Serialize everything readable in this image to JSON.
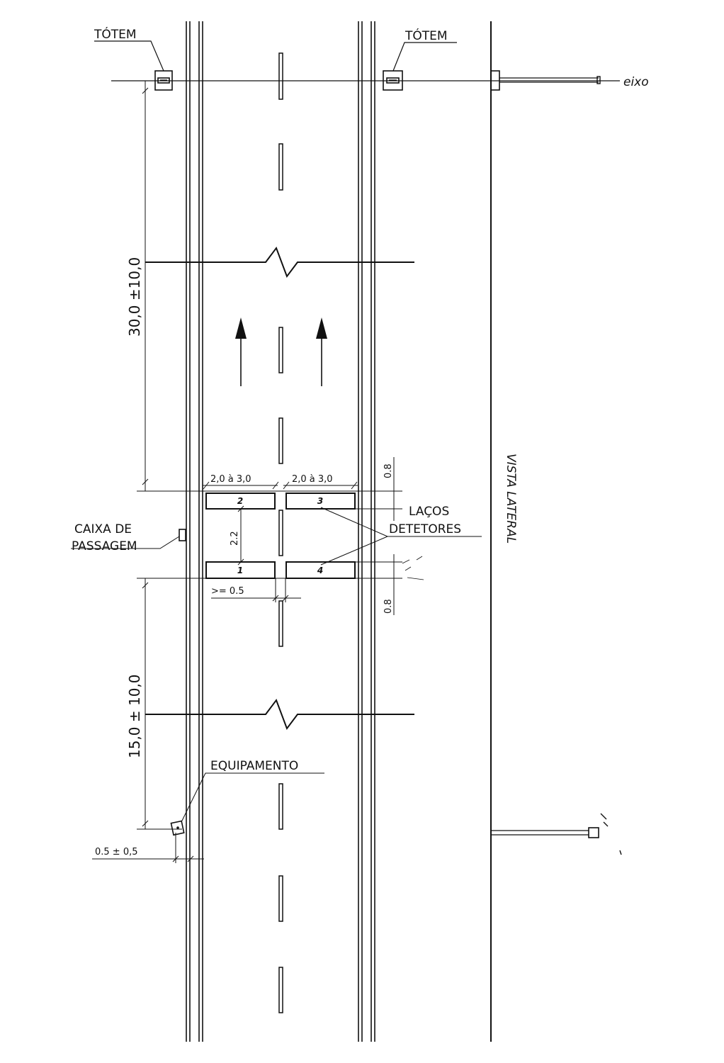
{
  "labels": {
    "totem_left": "TÓTEM",
    "totem_right": "TÓTEM",
    "eixo": "eixo",
    "vista_lateral": "VISTA LATERAL",
    "lacos": "LAÇOS",
    "detetores": "DETETORES",
    "caixa_line1": "CAIXA DE",
    "caixa_line2": "PASSAGEM",
    "equipamento": "EQUIPAMENTO"
  },
  "dimensions": {
    "loop_width_left": "2,0 à 3,0",
    "loop_width_right": "2,0 à 3,0",
    "top_offset": "0.8",
    "bottom_offset": "0.8",
    "loop_spacing": "2.2",
    "lane_gap": ">= 0.5",
    "upstream_distance": "30,0 ±10,0",
    "downstream_distance": "15,0 ± 10,0",
    "equipment_offset": "0.5 ± 0,5"
  },
  "loops": {
    "loop1": "1",
    "loop2": "2",
    "loop3": "3",
    "loop4": "4"
  },
  "colors": {
    "line": "#111111",
    "background": "#ffffff"
  }
}
